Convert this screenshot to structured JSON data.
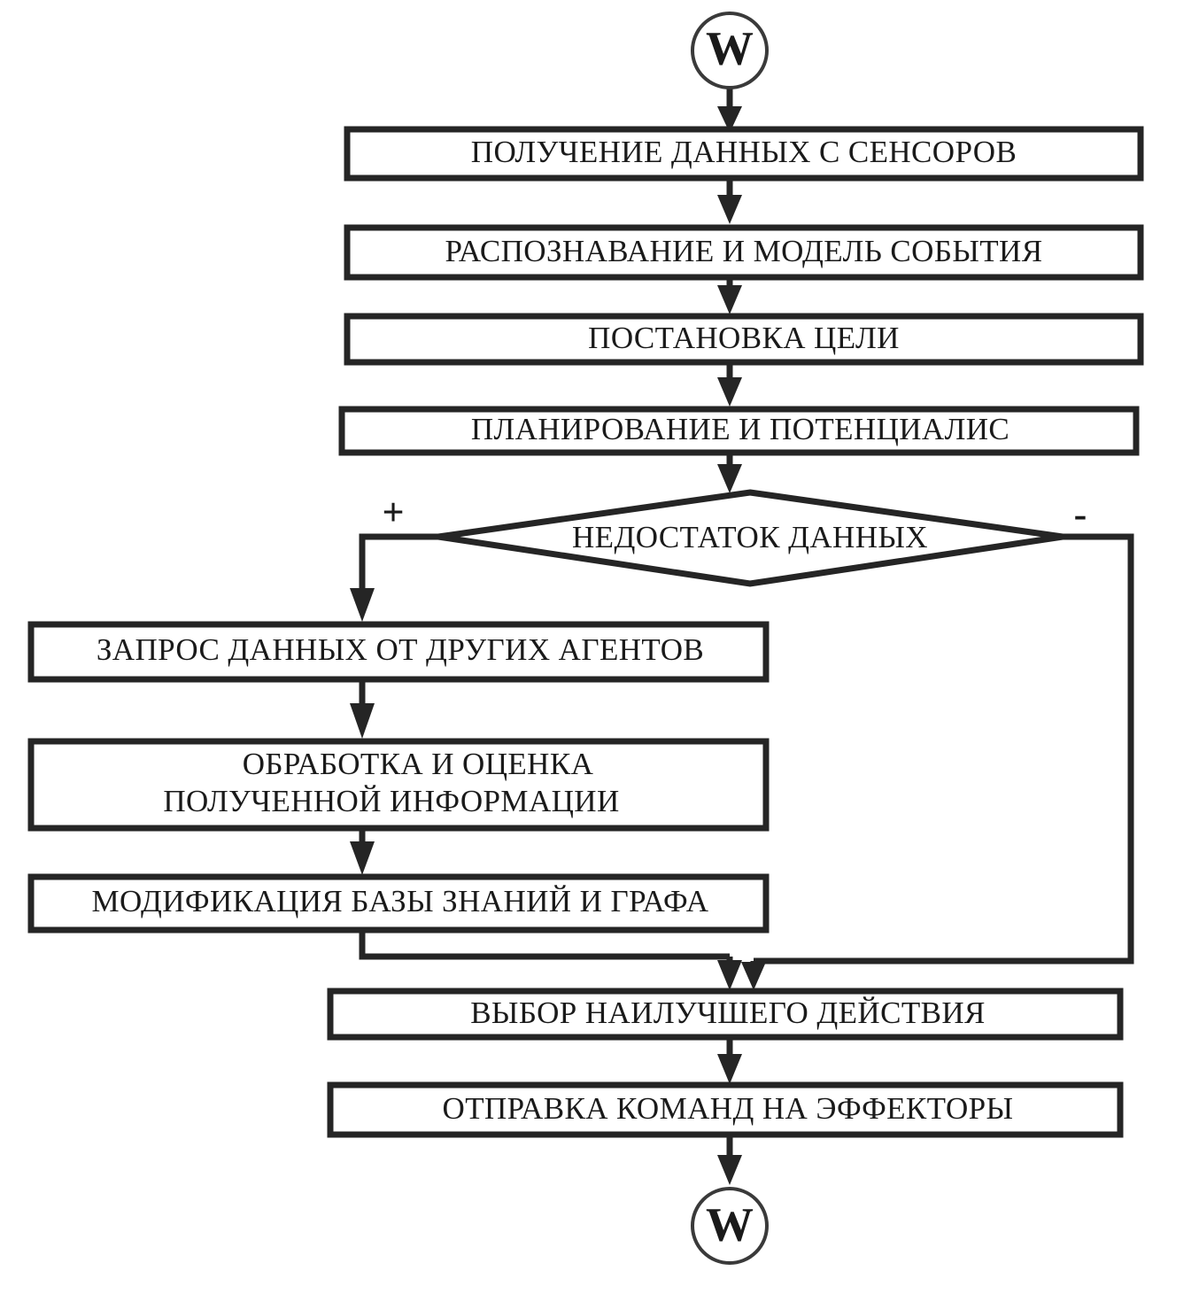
{
  "diagram": {
    "type": "flowchart",
    "language": "ru",
    "title": "",
    "colors": {
      "stroke": "#252525",
      "fill": "#ffffff",
      "text": "#1a1a1a",
      "background": "#ffffff"
    },
    "terminators": {
      "start_label": "W",
      "end_label": "W"
    },
    "nodes": [
      {
        "id": "start",
        "shape": "circle",
        "label": "W"
      },
      {
        "id": "sensors",
        "shape": "process",
        "label": "ПОЛУЧЕНИЕ ДАННЫХ С СЕНСОРОВ"
      },
      {
        "id": "recognize",
        "shape": "process",
        "label": "РАСПОЗНАВАНИЕ И МОДЕЛЬ СОБЫТИЯ"
      },
      {
        "id": "goal",
        "shape": "process",
        "label": "ПОСТАНОВКА ЦЕЛИ"
      },
      {
        "id": "planning",
        "shape": "process",
        "label": "ПЛАНИРОВАНИЕ И ПОТЕНЦИАЛИС"
      },
      {
        "id": "decision",
        "shape": "decision",
        "label": "НЕДОСТАТОК ДАННЫХ"
      },
      {
        "id": "request",
        "shape": "process",
        "label": "ЗАПРОС ДАННЫХ ОТ ДРУГИХ АГЕНТОВ"
      },
      {
        "id": "process",
        "shape": "process",
        "label_line1": "ОБРАБОТКА И ОЦЕНКА",
        "label_line2": "ПОЛУЧЕННОЙ ИНФОРМАЦИИ"
      },
      {
        "id": "modify",
        "shape": "process",
        "label": "МОДИФИКАЦИЯ БАЗЫ ЗНАНИЙ И ГРАФА"
      },
      {
        "id": "bestaction",
        "shape": "process",
        "label": "ВЫБОР НАИЛУЧШЕГО ДЕЙСТВИЯ"
      },
      {
        "id": "effectors",
        "shape": "process",
        "label": "ОТПРАВКА КОМАНД НА ЭФФЕКТОРЫ"
      },
      {
        "id": "end",
        "shape": "circle",
        "label": "W"
      }
    ],
    "branch_labels": {
      "positive": "+",
      "negative": "-"
    },
    "edges": [
      {
        "from": "start",
        "to": "sensors",
        "label": ""
      },
      {
        "from": "sensors",
        "to": "recognize",
        "label": ""
      },
      {
        "from": "recognize",
        "to": "goal",
        "label": ""
      },
      {
        "from": "goal",
        "to": "planning",
        "label": ""
      },
      {
        "from": "planning",
        "to": "decision",
        "label": ""
      },
      {
        "from": "decision",
        "to": "request",
        "label": "+"
      },
      {
        "from": "decision",
        "to": "bestaction",
        "label": "-"
      },
      {
        "from": "request",
        "to": "process",
        "label": ""
      },
      {
        "from": "process",
        "to": "modify",
        "label": ""
      },
      {
        "from": "modify",
        "to": "bestaction",
        "label": ""
      },
      {
        "from": "bestaction",
        "to": "effectors",
        "label": ""
      },
      {
        "from": "effectors",
        "to": "end",
        "label": ""
      }
    ]
  }
}
